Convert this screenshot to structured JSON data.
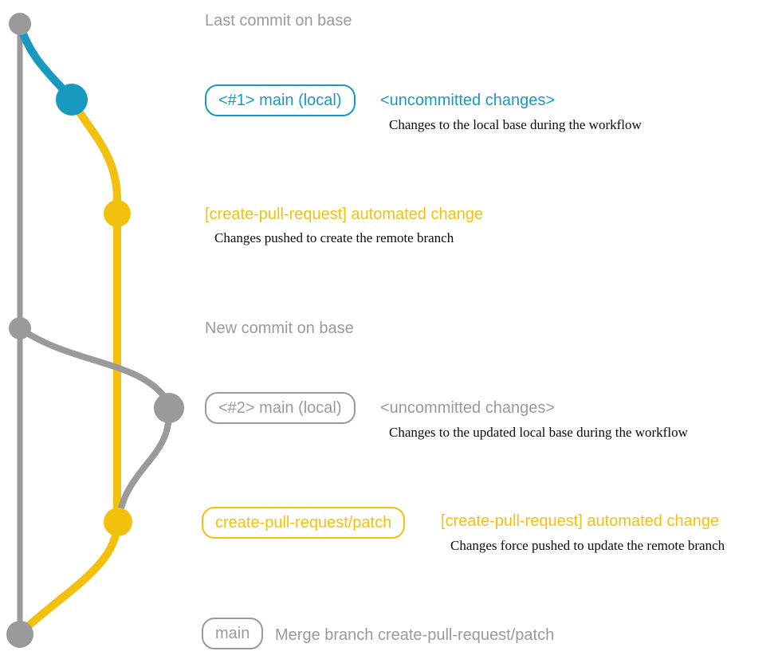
{
  "colors": {
    "gray": "#9a9a9a",
    "blue": "#1899c0",
    "yellow": "#f1c10e",
    "ink": "#0a0a0a"
  },
  "graph": {
    "branches": [
      "base",
      "main-local",
      "create-pull-request-patch"
    ],
    "nodes": [
      "Last commit on base",
      "main (local) #1",
      "create-pull-request automated change #1",
      "New commit on base",
      "main (local) #2",
      "create-pull-request automated change #2",
      "Merge commit on base"
    ]
  },
  "rows": {
    "r1": {
      "message": "Last commit on base"
    },
    "r2": {
      "label": "<#1> main (local)",
      "title": "<uncommitted changes>",
      "description": "Changes to the local base during the workflow"
    },
    "r3": {
      "title": "[create-pull-request] automated change",
      "description": "Changes pushed to create the remote branch"
    },
    "r4": {
      "message": "New commit on base"
    },
    "r5": {
      "label": "<#2> main (local)",
      "title": "<uncommitted changes>",
      "description": "Changes to the updated local base during the workflow"
    },
    "r6": {
      "label": "create-pull-request/patch",
      "title": "[create-pull-request] automated change",
      "description": "Changes force pushed to update the remote branch"
    },
    "r7": {
      "label": "main",
      "message": "Merge branch create-pull-request/patch"
    }
  }
}
